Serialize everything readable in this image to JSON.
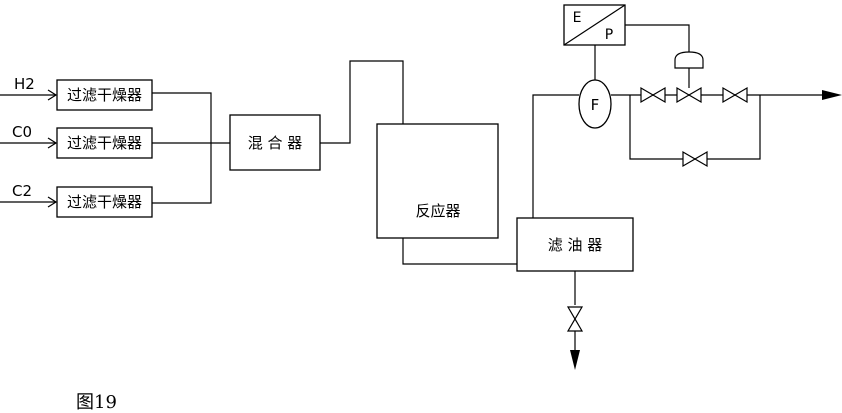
{
  "inputs": {
    "h2": "H2",
    "co": "C0",
    "c2": "C2"
  },
  "units": {
    "filter_dryer": "过滤干燥器",
    "mixer": "混 合 器",
    "reactor": "反应器",
    "oil_filter": "滤 油 器",
    "flow_meter": "F",
    "ep_e": "E",
    "ep_p": "P"
  },
  "caption": "图19"
}
